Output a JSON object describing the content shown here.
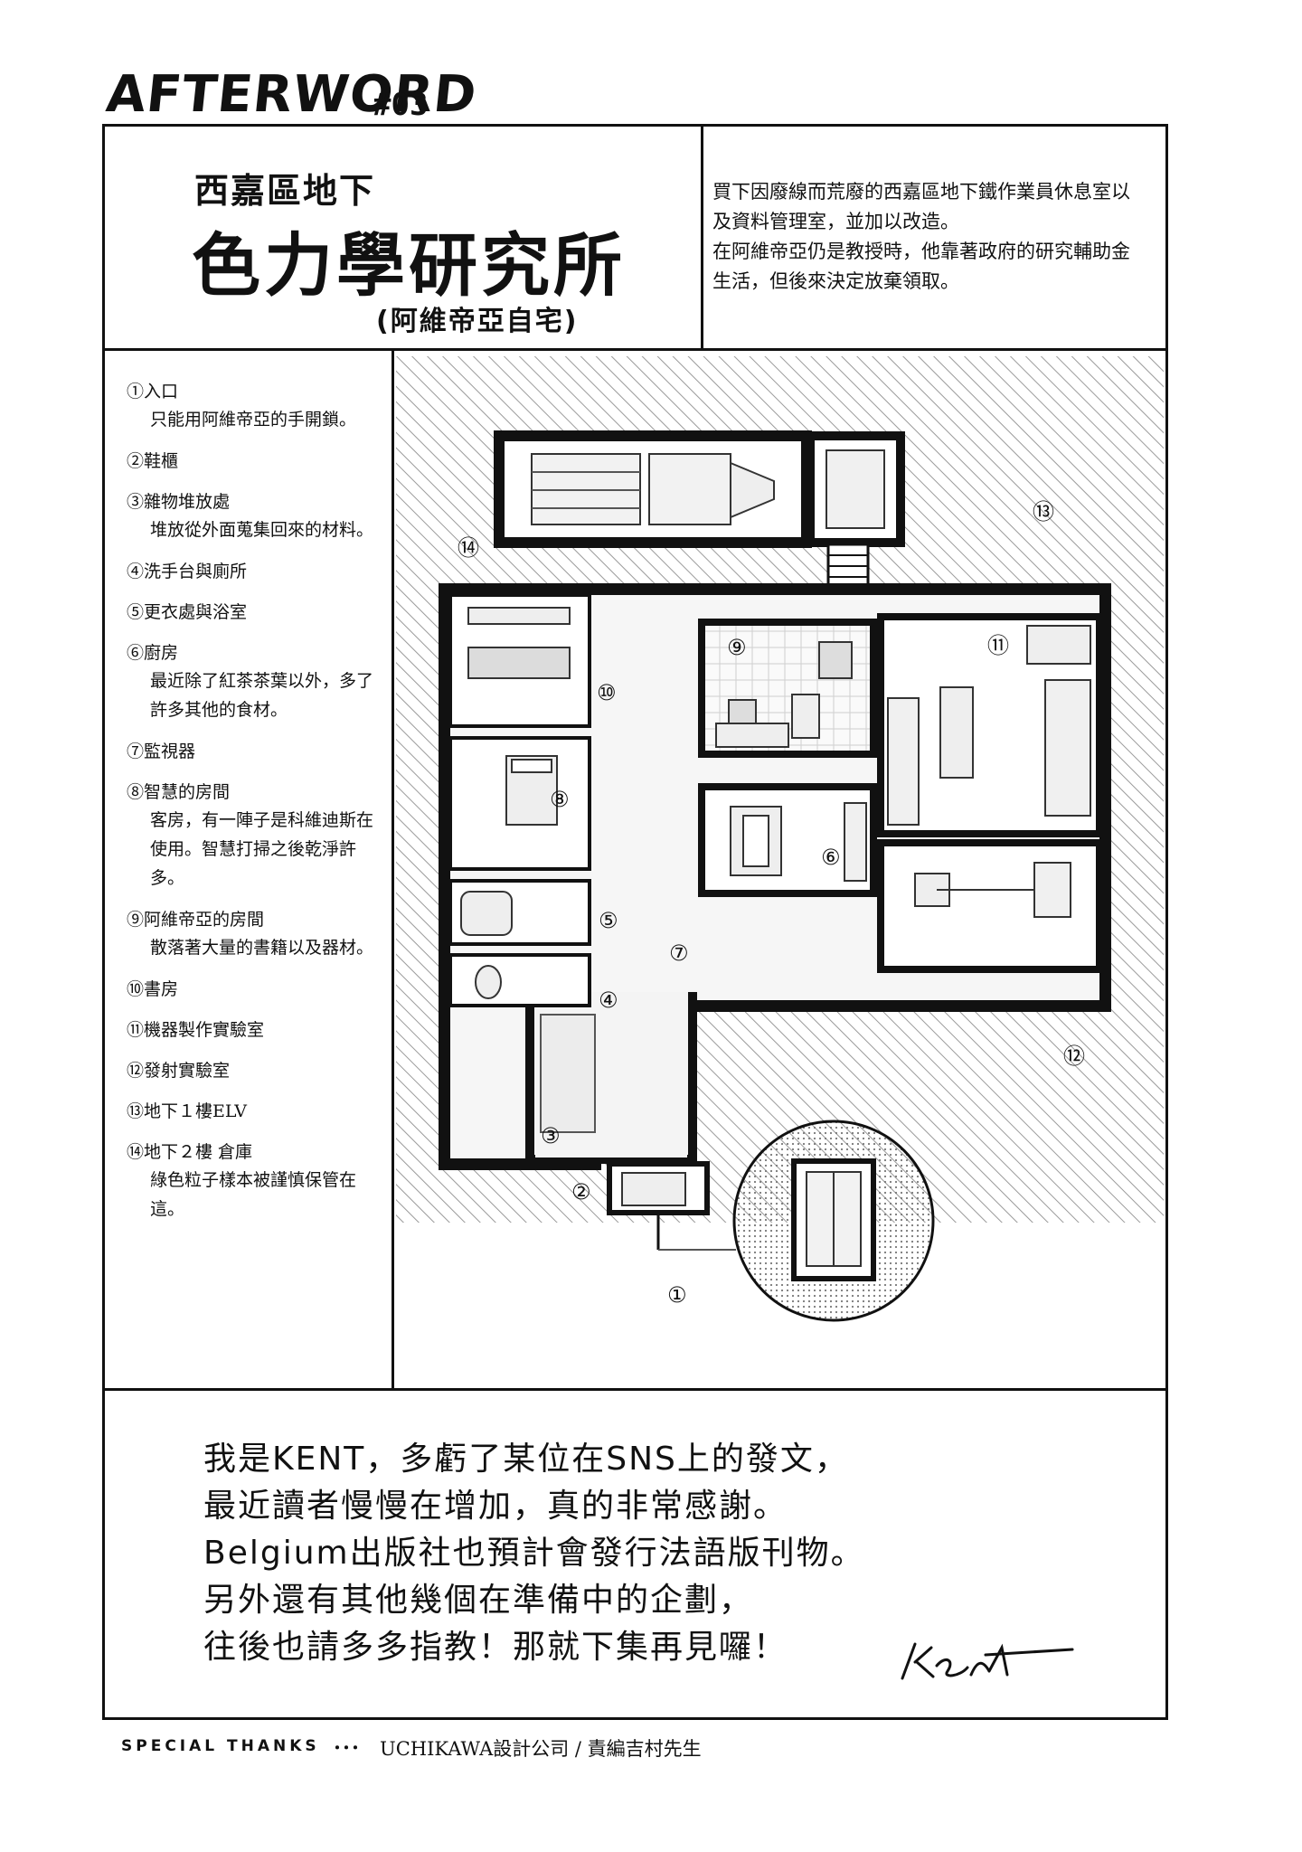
{
  "header": {
    "title": "AFTERWORD",
    "number": "#03"
  },
  "title_block": {
    "subtitle": "西嘉區地下",
    "main": "色力學研究所",
    "note": "(阿維帝亞自宅)"
  },
  "description": [
    "買下因廢線而荒廢的西嘉區地下鐵作業員休息室以及資料管理室，並加以改造。",
    "在阿維帝亞仍是教授時，他靠著政府的研究輔助金生活，但後來決定放棄領取。"
  ],
  "legend": [
    {
      "name": "①入口",
      "note": "只能用阿維帝亞的手開鎖。"
    },
    {
      "name": "②鞋櫃",
      "note": ""
    },
    {
      "name": "③雜物堆放處",
      "note": "堆放從外面蒐集回來的材料。"
    },
    {
      "name": "④洗手台與廁所",
      "note": ""
    },
    {
      "name": "⑤更衣處與浴室",
      "note": ""
    },
    {
      "name": "⑥廚房",
      "note": "最近除了紅茶茶葉以外，多了許多其他的食材。"
    },
    {
      "name": "⑦監視器",
      "note": ""
    },
    {
      "name": "⑧智慧的房間",
      "note": "客房，有一陣子是科維迪斯在使用。智慧打掃之後乾淨許多。"
    },
    {
      "name": "⑨阿維帝亞的房間",
      "note": "散落著大量的書籍以及器材。"
    },
    {
      "name": "⑩書房",
      "note": ""
    },
    {
      "name": "⑪機器製作實驗室",
      "note": ""
    },
    {
      "name": "⑫發射實驗室",
      "note": ""
    },
    {
      "name": "⑬地下１樓ELV",
      "note": ""
    },
    {
      "name": "⑭地下２樓 倉庫",
      "note": "綠色粒子樣本被謹慎保管在這。"
    }
  ],
  "plan_labels": {
    "n1": "①",
    "n2": "②",
    "n3": "③",
    "n4": "④",
    "n5": "⑤",
    "n6": "⑥",
    "n7": "⑦",
    "n8": "⑧",
    "n9": "⑨",
    "n10": "⑩",
    "n11": "⑪",
    "n12": "⑫",
    "n13": "⑬",
    "n14": "⑭"
  },
  "message": [
    "我是KENT，多虧了某位在SNS上的發文，",
    "最近讀者慢慢在增加，真的非常感謝。",
    "Belgium出版社也預計會發行法語版刊物。",
    "另外還有其他幾個在準備中的企劃，",
    "往後也請多多指教！那就下集再見囉！"
  ],
  "signature": "KENT",
  "special_thanks": {
    "label": "SPECIAL THANKS",
    "dots": "･･･",
    "names": "UCHIKAWA設計公司 / 責編吉村先生"
  },
  "colors": {
    "ink": "#111111",
    "paper": "#ffffff",
    "hatch": "#9a9a9a",
    "floor": "#f4f4f4"
  }
}
